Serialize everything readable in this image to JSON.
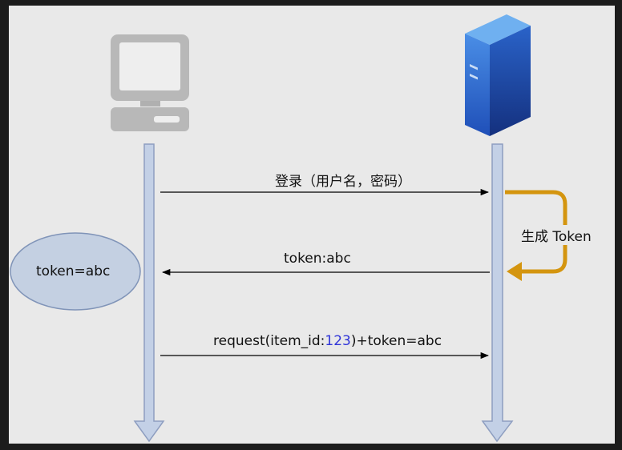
{
  "messages": {
    "login": "登录（用户名，密码）",
    "token_response": "token:abc",
    "request_prefix": "request(item_id:",
    "request_number": "123",
    "request_suffix": ")+token=abc"
  },
  "server_action": "生成 Token",
  "client_store": "token=abc",
  "colors": {
    "background": "#e9e9e9",
    "lifeline_fill": "#c3d0e6",
    "lifeline_stroke": "#8e9ec0",
    "token_ellipse_fill": "#c4d0e2",
    "self_arrow": "#d4950f",
    "number_text": "#2f34d8"
  },
  "icons": {
    "client": "computer-icon",
    "server": "server-icon"
  }
}
